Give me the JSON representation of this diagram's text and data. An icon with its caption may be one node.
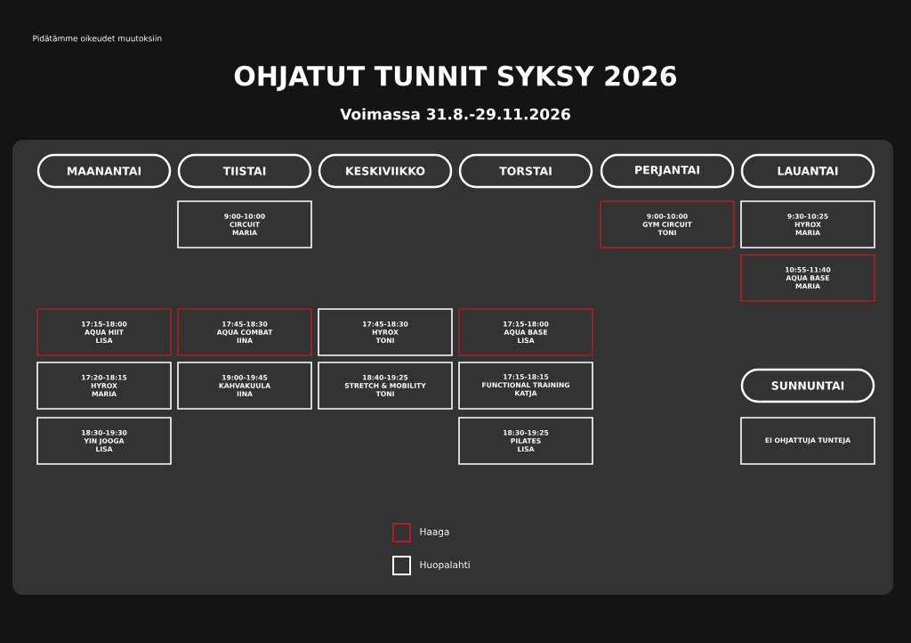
{
  "diagram": {
    "title": "OHJATUT TUNNIT SYKSY 2026",
    "caption": "Voimassa 31.8.-29.11.2026",
    "nodes": [
      {
        "text": [
          "MAANANTAI"
        ]
      },
      {
        "text": [
          "TIISTAI"
        ]
      },
      {
        "text": [
          "KESKIVIIKKO"
        ]
      },
      {
        "text": [
          "TORSTAI"
        ]
      },
      {
        "text": [
          "PERJANTAI"
        ]
      },
      {
        "text": [
          "LAUANTAI"
        ]
      },
      {
        "text": [
          "9:00-10:00",
          "CIRCUIT",
          "MARIA"
        ]
      },
      {
        "text": [
          "9:00-10:00",
          "GYM CIRCUIT",
          "TONI"
        ]
      },
      {
        "text": [
          "9:30-10:25",
          "HYROX",
          "MARIA"
        ]
      },
      {
        "text": [
          "10:55-11:40",
          "AQUA BASE",
          "MARIA"
        ]
      },
      {
        "text": [
          "17:15-18:00",
          "AQUA HIIT",
          "LISA"
        ]
      },
      {
        "text": [
          "17:45-18:30",
          "AQUA COMBAT",
          "IINA"
        ]
      },
      {
        "text": [
          "17:45-18:30",
          "HYROX",
          "TONI"
        ]
      },
      {
        "text": [
          "17:15-18:00",
          "AQUA BASE",
          "LISA"
        ]
      },
      {
        "text": [
          "17:20-18:15",
          "HYROX",
          "MARIA"
        ]
      },
      {
        "text": [
          "19:00-19:45",
          "KAHVAKUULA",
          "IINA"
        ]
      },
      {
        "text": [
          "18:40-19:25",
          "STRETCH & MOBILITY",
          "TONI"
        ]
      },
      {
        "text": [
          "17:15-18:15",
          "FUNCTIONAL TRAINING",
          "KATJA"
        ]
      },
      {
        "text": [
          "SUNNUNTAI"
        ]
      },
      {
        "text": [
          "18:30-19:30",
          "YIN JOOGA",
          "LISA"
        ]
      },
      {
        "text": [
          "18:30-19:25",
          "PILATES",
          "LISA"
        ]
      },
      {
        "text": [
          "EI OHJATTUJA TUNTEJA"
        ]
      }
    ],
    "labels": [
      "Pidätämme oikeudet muutoksiin"
    ],
    "legend": [
      {
        "text": "Haaga",
        "color": "#b01e23"
      },
      {
        "text": "Huopalahti",
        "color": "#ffffff"
      }
    ]
  }
}
